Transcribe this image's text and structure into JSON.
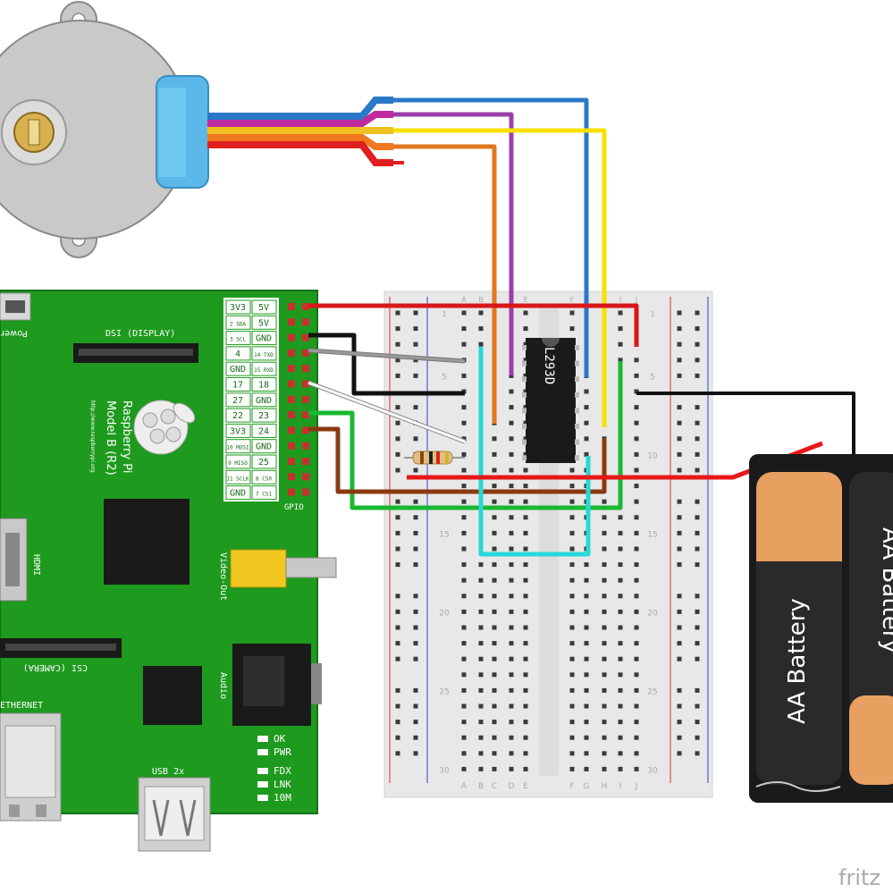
{
  "pi": {
    "name_line1": "Raspberry Pi",
    "name_line2": "Model B (R2)",
    "url": "http://www.raspberrypi.org",
    "power": "Power",
    "dsi": "DSI (DISPLAY)",
    "csi": "CSI (CAMERA)",
    "hdmi": "HDMI",
    "ethernet": "ETHERNET",
    "video_out": "Video-Out",
    "audio": "Audio",
    "usb": "USB 2x",
    "gpio": "GPIO",
    "leds": [
      "OK",
      "PWR",
      "FDX",
      "LNK",
      "10M"
    ],
    "pins_left": [
      "3V3",
      "2 SDA",
      "3 SCL",
      "4",
      "GND",
      "17",
      "27",
      "22",
      "3V3",
      "10 MOSI",
      "9 MISO",
      "11 SCLK",
      "GND"
    ],
    "pins_right": [
      "5V",
      "5V",
      "GND",
      "14 TXD",
      "15 RXD",
      "18",
      "GND",
      "23",
      "24",
      "GND",
      "25",
      "8 CS0",
      "7 CS1"
    ]
  },
  "breadboard": {
    "cols_left": [
      "A",
      "B",
      "C",
      "D",
      "E"
    ],
    "cols_right": [
      "F",
      "G",
      "H",
      "I",
      "J"
    ],
    "row_numbers": [
      "1",
      "5",
      "10",
      "15",
      "20",
      "25",
      "30"
    ]
  },
  "chip_label": "L293D",
  "battery": {
    "label1": "AA Battery",
    "label2": "AA Battery"
  },
  "watermark": "fritz"
}
